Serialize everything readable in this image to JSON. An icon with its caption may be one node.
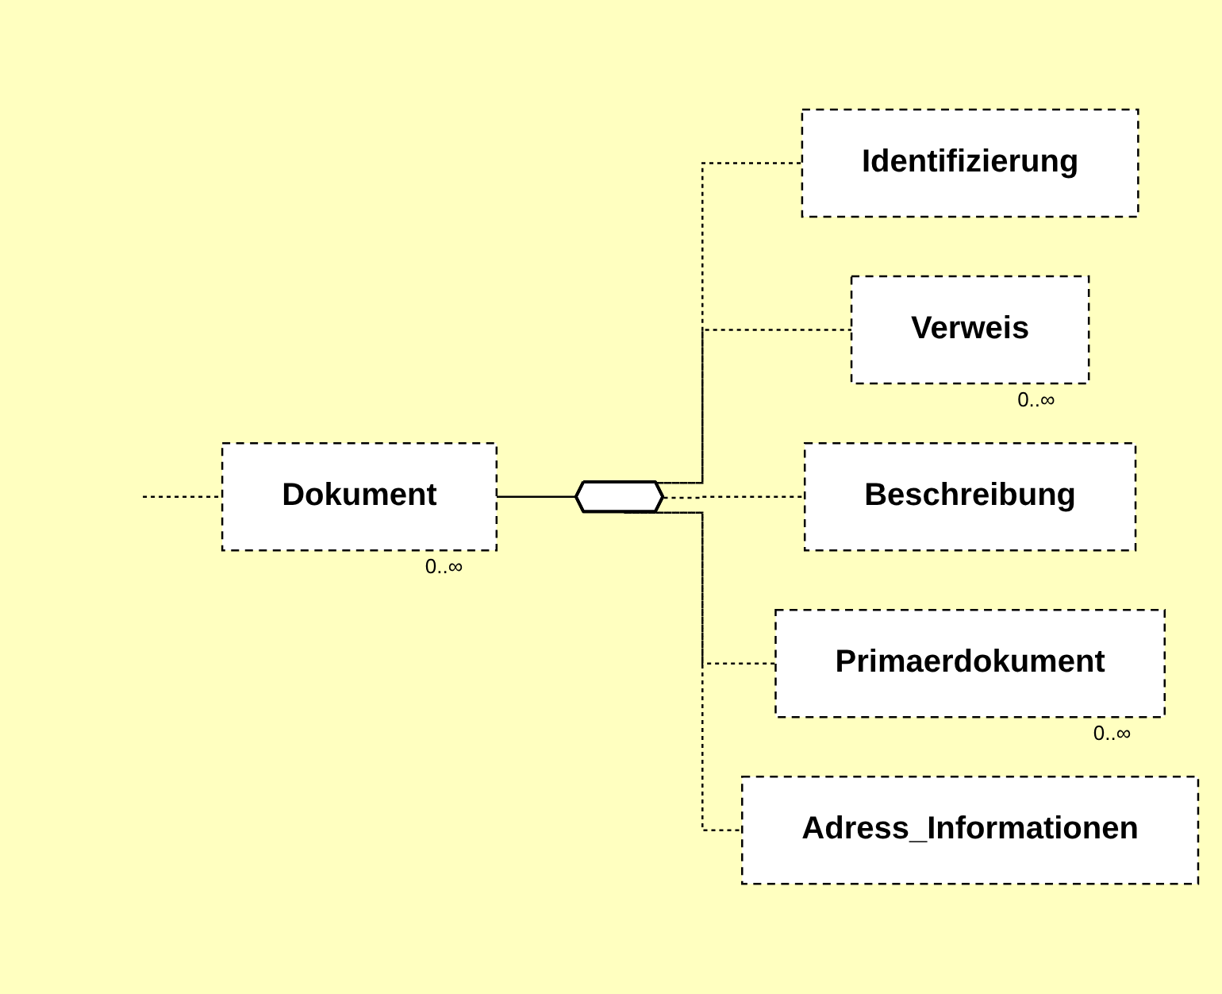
{
  "diagram": {
    "nodes": [
      {
        "text": [
          "Dokument"
        ],
        "beside": [
          "0..∞"
        ]
      },
      {
        "text": [],
        "shape": "octagon"
      },
      {
        "text": [
          "Identifizierung"
        ]
      },
      {
        "text": [
          "Verweis"
        ],
        "beside": [
          "0..∞"
        ]
      },
      {
        "text": [
          "Beschreibung"
        ]
      },
      {
        "text": [
          "Primaerdokument"
        ],
        "beside": [
          "0..∞"
        ]
      },
      {
        "text": [
          "Adress_Informationen"
        ]
      }
    ],
    "edges": [
      {
        "from": null,
        "to": 0,
        "arrow": "none",
        "style": "dashed"
      },
      {
        "from": 0,
        "to": 1,
        "arrow": "none"
      },
      {
        "from": 1,
        "to": 2,
        "arrow": "none",
        "style": "dashed"
      },
      {
        "from": 1,
        "to": 3,
        "arrow": "none",
        "style": "dashed"
      },
      {
        "from": 1,
        "to": 4,
        "arrow": "none",
        "style": "dashed"
      },
      {
        "from": 1,
        "to": 5,
        "arrow": "none",
        "style": "dashed"
      },
      {
        "from": 1,
        "to": 6,
        "arrow": "none",
        "style": "dashed"
      }
    ]
  }
}
